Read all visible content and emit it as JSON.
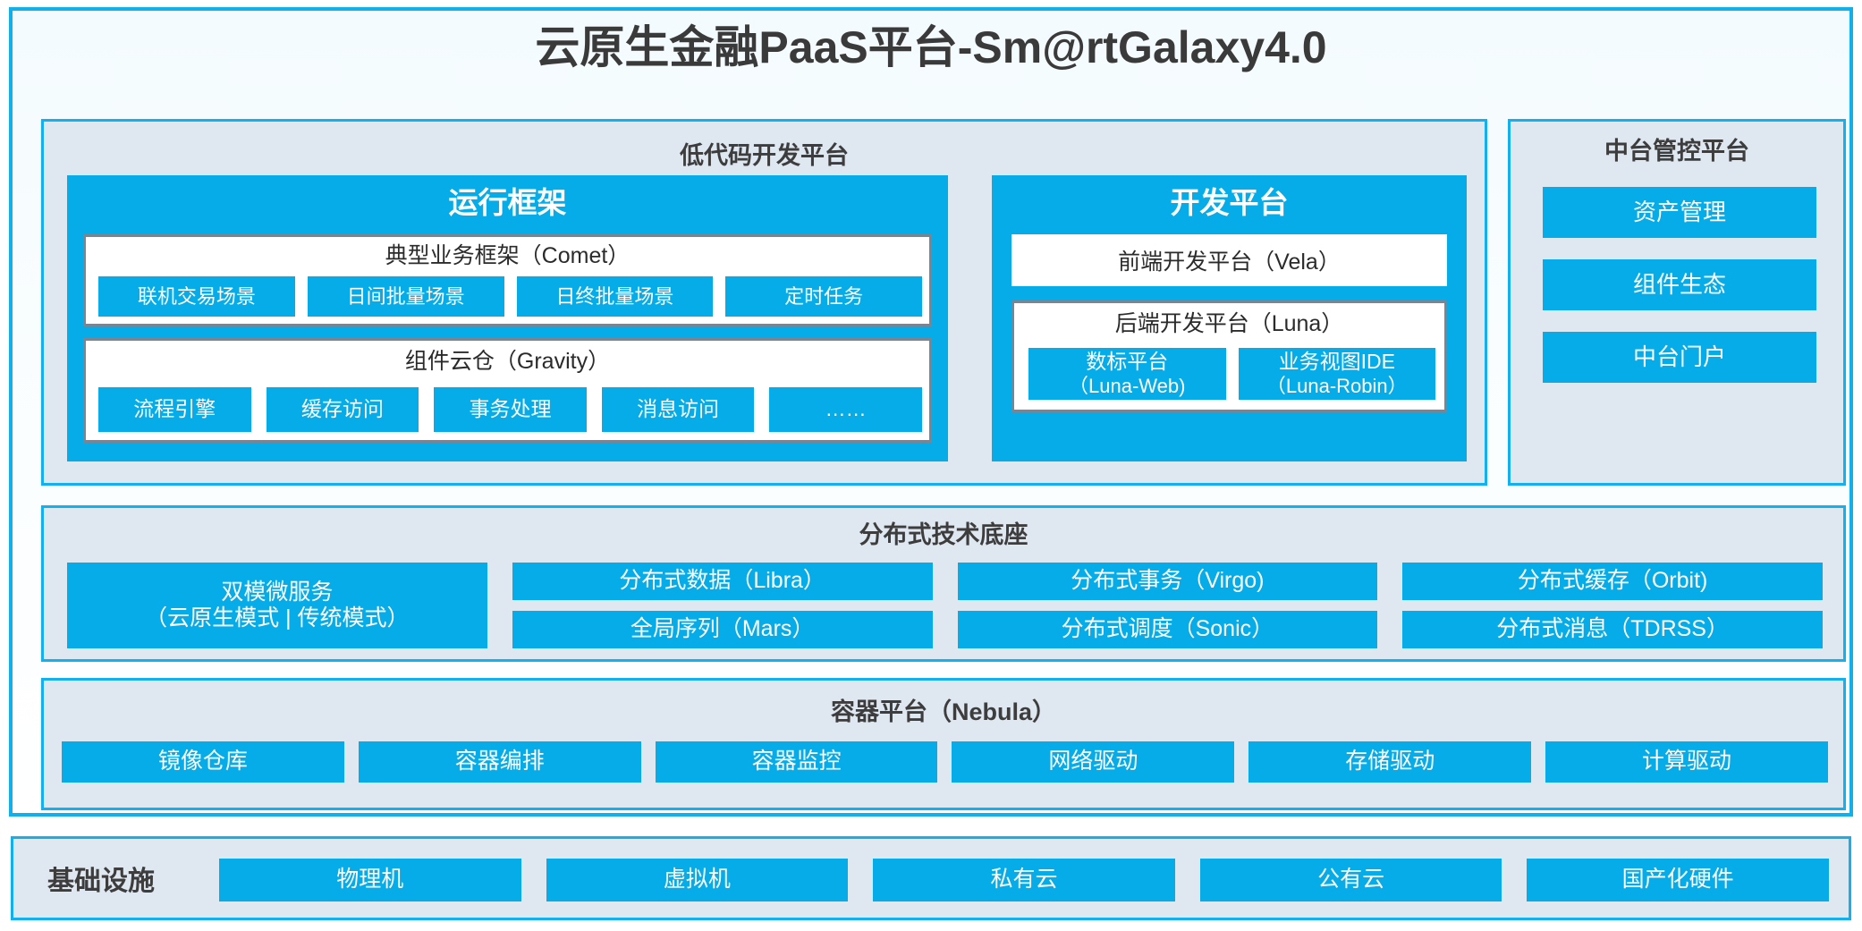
{
  "title": "云原生金融PaaS平台-Sm@rtGalaxy4.0",
  "colors": {
    "accent_border": "#12B0EC",
    "block_fill": "#06ACE8",
    "panel_bg": "#dfe7f0",
    "card_border": "#7b8490",
    "text_dark": "#3d3d3d",
    "text_light": "#ffffff"
  },
  "lowcode": {
    "title": "低代码开发平台",
    "runtime": {
      "heading": "运行框架",
      "comet": {
        "title": "典型业务框架（Comet）",
        "items": [
          "联机交易场景",
          "日间批量场景",
          "日终批量场景",
          "定时任务"
        ]
      },
      "gravity": {
        "title": "组件云仓（Gravity）",
        "items": [
          "流程引擎",
          "缓存访问",
          "事务处理",
          "消息访问",
          "……"
        ]
      }
    },
    "devplatform": {
      "heading": "开发平台",
      "frontend": "前端开发平台（Vela）",
      "backend": {
        "title": "后端开发平台（Luna）",
        "items": [
          {
            "name": "数标平台",
            "sub": "（Luna-Web)"
          },
          {
            "name": "业务视图IDE",
            "sub": "（Luna-Robin）"
          }
        ]
      }
    }
  },
  "midoffice": {
    "title": "中台管控平台",
    "items": [
      "资产管理",
      "组件生态",
      "中台门户"
    ]
  },
  "disttech": {
    "title": "分布式技术底座",
    "columns": [
      {
        "single": true,
        "name": "双模微服务",
        "sub": "（云原生模式 | 传统模式）"
      },
      {
        "single": false,
        "items": [
          "分布式数据（Libra）",
          "全局序列（Mars）"
        ]
      },
      {
        "single": false,
        "items": [
          "分布式事务（Virgo)",
          "分布式调度（Sonic）"
        ]
      },
      {
        "single": false,
        "items": [
          "分布式缓存（Orbit)",
          "分布式消息（TDRSS）"
        ]
      }
    ]
  },
  "container": {
    "title": "容器平台（Nebula）",
    "items": [
      "镜像仓库",
      "容器编排",
      "容器监控",
      "网络驱动",
      "存储驱动",
      "计算驱动"
    ]
  },
  "infra": {
    "label": "基础设施",
    "items": [
      "物理机",
      "虚拟机",
      "私有云",
      "公有云",
      "国产化硬件"
    ]
  }
}
